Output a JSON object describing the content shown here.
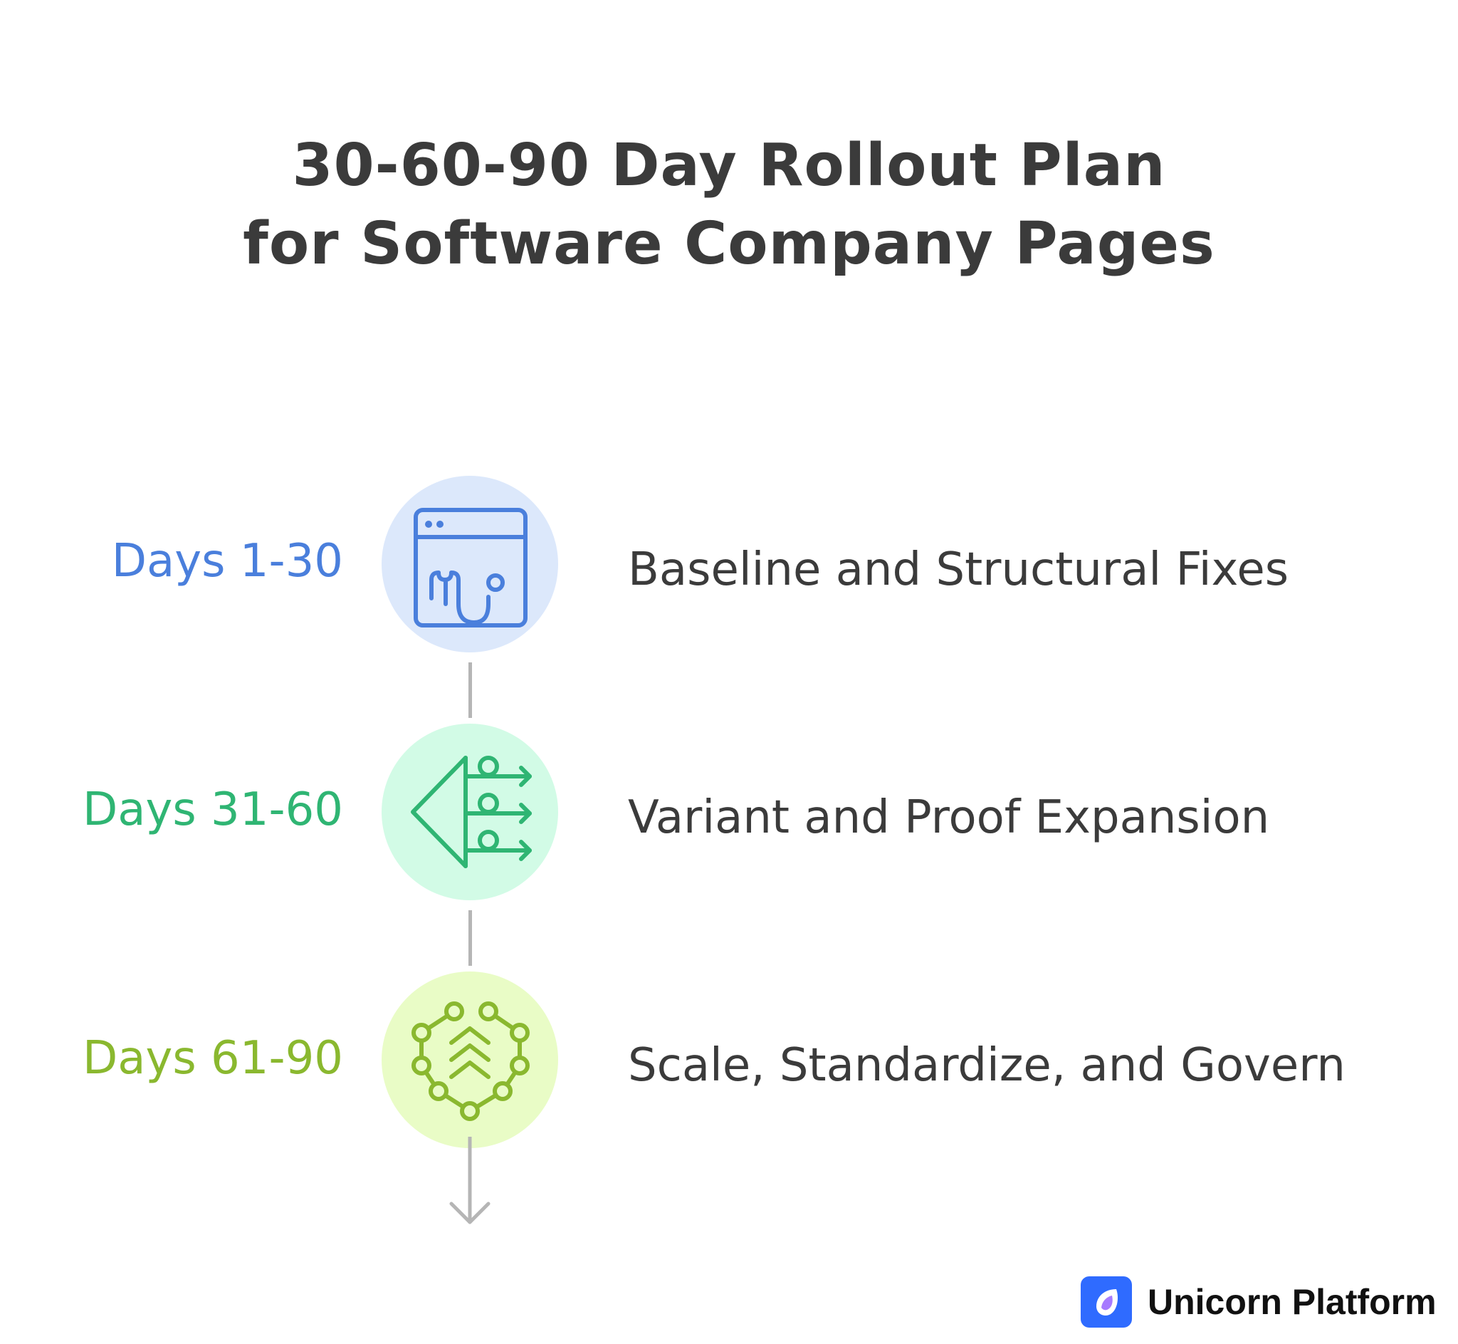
{
  "title": {
    "line1": "30-60-90 Day Rollout Plan",
    "line2": "for Software Company Pages"
  },
  "phases": [
    {
      "label": "Days 1-30",
      "description": "Baseline and Structural Fixes",
      "icon": "browser-stethoscope-icon",
      "color": "#4a7fdc",
      "circle_color": "#dce8fb"
    },
    {
      "label": "Days 31-60",
      "description": "Variant and Proof Expansion",
      "icon": "branching-arrows-icon",
      "color": "#2fb573",
      "circle_color": "#d2fbe6"
    },
    {
      "label": "Days 61-90",
      "description": "Scale, Standardize, and Govern",
      "icon": "network-chevrons-icon",
      "color": "#8ab82f",
      "circle_color": "#e9fcc6"
    }
  ],
  "connector_color": "#b5b5b5",
  "brand": {
    "name": "Unicorn Platform",
    "logo_icon": "unicorn-platform-logo-icon",
    "logo_color": "#2f6bff"
  }
}
